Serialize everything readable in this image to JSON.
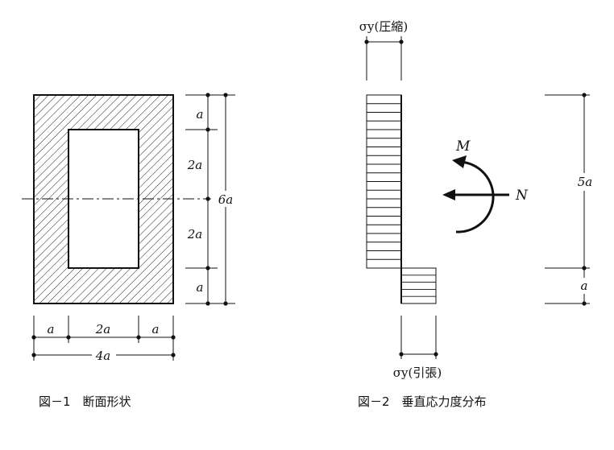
{
  "figure1": {
    "caption": "図－1　断面形状",
    "dims_vertical": [
      "a",
      "2a",
      "2a",
      "a"
    ],
    "dim_total_vertical": "6a",
    "dims_horizontal": [
      "a",
      "2a",
      "a"
    ],
    "dim_total_horizontal": "4a"
  },
  "figure2": {
    "caption": "図－2　垂直応力度分布",
    "stress_compression": "σy(圧縮)",
    "stress_tension": "σy(引張)",
    "moment_label": "M",
    "axial_label": "N",
    "dim_upper": "5a",
    "dim_lower": "a"
  }
}
